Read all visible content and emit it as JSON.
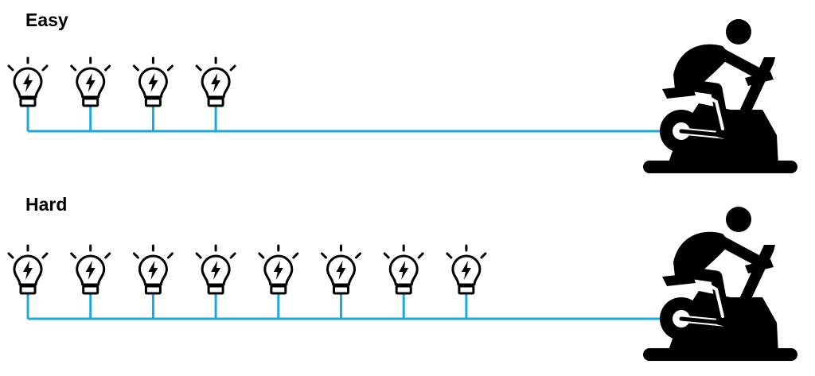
{
  "diagram": {
    "rows": [
      {
        "id": "easy",
        "label": "Easy",
        "bulb_count": 4
      },
      {
        "id": "hard",
        "label": "Hard",
        "bulb_count": 8
      }
    ],
    "colors": {
      "wire": "#1ba8e0",
      "outline": "#000000",
      "background": "#ffffff"
    },
    "icons": {
      "bulb": "lightbulb-icon",
      "bolt": "lightning-bolt-icon",
      "cyclist": "exercise-bike-cyclist-icon"
    }
  }
}
